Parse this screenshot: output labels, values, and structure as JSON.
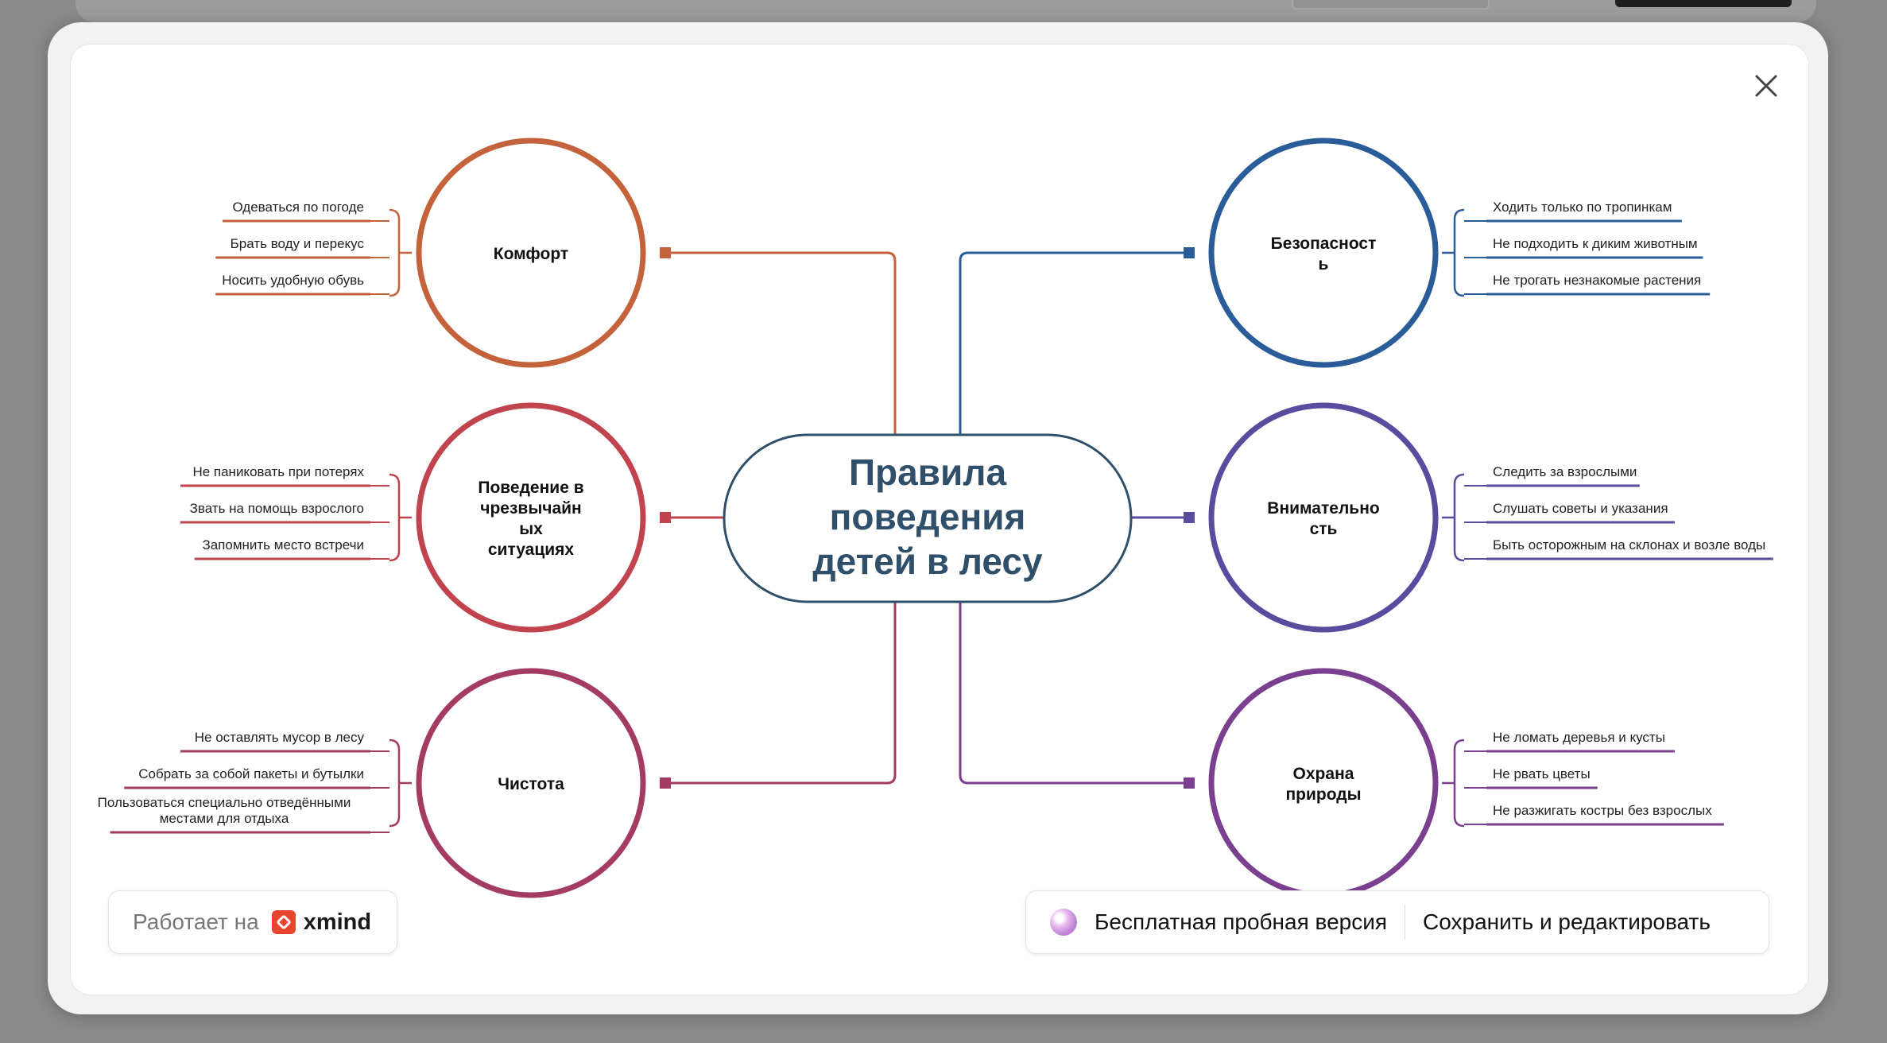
{
  "central": {
    "lines": [
      "Правила",
      "поведения",
      "детей в лесу"
    ],
    "color": "#2f4f6a"
  },
  "branches": [
    {
      "id": "comfort",
      "title_lines": [
        "Комфорт"
      ],
      "color": "#c4633b",
      "side": "left",
      "items": [
        [
          "Одеваться по погоде"
        ],
        [
          "Брать воду и перекус"
        ],
        [
          "Носить удобную обувь"
        ]
      ]
    },
    {
      "id": "emergency",
      "title_lines": [
        "Поведение в",
        "чрезвычайн",
        "ых",
        "ситуациях"
      ],
      "color": "#c0434e",
      "side": "left",
      "items": [
        [
          "Не паниковать при потерях"
        ],
        [
          "Звать на помощь взрослого"
        ],
        [
          "Запомнить место встречи"
        ]
      ]
    },
    {
      "id": "cleanliness",
      "title_lines": [
        "Чистота"
      ],
      "color": "#a43b63",
      "side": "left",
      "items": [
        [
          "Не оставлять мусор в лесу"
        ],
        [
          "Собрать за собой пакеты и бутылки"
        ],
        [
          "Пользоваться специально отведёнными",
          "местами для отдыха"
        ]
      ]
    },
    {
      "id": "safety",
      "title_lines": [
        "Безопасност",
        "ь"
      ],
      "color": "#2a5c99",
      "side": "right",
      "items": [
        [
          "Ходить только по тропинкам"
        ],
        [
          "Не подходить к диким животным"
        ],
        [
          "Не трогать незнакомые растения"
        ]
      ]
    },
    {
      "id": "attention",
      "title_lines": [
        "Внимательно",
        "сть"
      ],
      "color": "#5a4b9e",
      "side": "right",
      "items": [
        [
          "Следить за взрослыми"
        ],
        [
          "Слушать советы и указания"
        ],
        [
          "Быть осторожным на склонах и возле воды"
        ]
      ]
    },
    {
      "id": "nature",
      "title_lines": [
        "Охрана",
        "природы"
      ],
      "color": "#7a3f8e",
      "side": "right",
      "items": [
        [
          "Не ломать деревья и кусты"
        ],
        [
          "Не рвать цветы"
        ],
        [
          "Не разжигать костры без взрослых"
        ]
      ]
    }
  ],
  "footer": {
    "powered_label": "Работает на",
    "brand": "xmind",
    "trial_label": "Бесплатная пробная версия",
    "save_label": "Сохранить и редактировать"
  },
  "icons": {
    "close": "close-icon",
    "brand": "xmind-logo-icon",
    "trial": "gem-icon"
  }
}
